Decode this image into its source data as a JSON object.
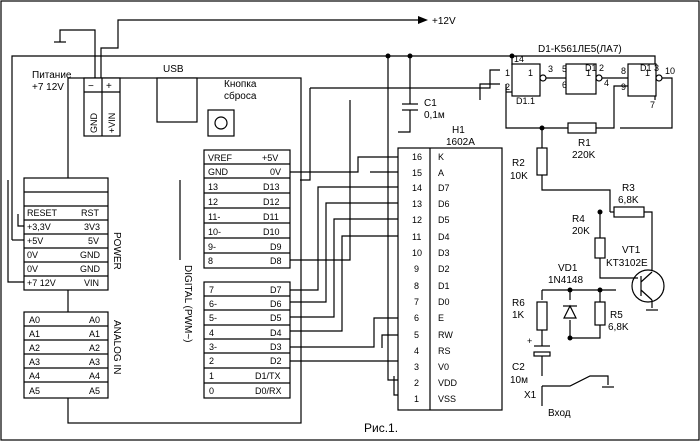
{
  "supply": {
    "label": "+12V"
  },
  "power_input": {
    "line1": "Питание",
    "line2": "+7  12V",
    "minus": "−",
    "plus": "+",
    "gnd": "GND",
    "vin": "+VIN"
  },
  "usb": {
    "label": "USB"
  },
  "reset": {
    "line1": "Кнопка",
    "line2": "сброса"
  },
  "power_header": {
    "title": "POWER",
    "rows": [
      {
        "left": "RESET",
        "right": "RST"
      },
      {
        "left": "+3,3V",
        "right": "3V3"
      },
      {
        "left": "+5V",
        "right": "5V"
      },
      {
        "left": "0V",
        "right": "GND"
      },
      {
        "left": "0V",
        "right": "GND"
      },
      {
        "left": "+7  12V",
        "right": "VIN"
      }
    ]
  },
  "analog_header": {
    "title": "ANALOG IN",
    "rows": [
      {
        "left": "A0",
        "right": "A0"
      },
      {
        "left": "A1",
        "right": "A1"
      },
      {
        "left": "A2",
        "right": "A2"
      },
      {
        "left": "A3",
        "right": "A3"
      },
      {
        "left": "A4",
        "right": "A4"
      },
      {
        "left": "A5",
        "right": "A5"
      }
    ]
  },
  "digital_header": {
    "title": "DIGITAL (PWM~)",
    "top": [
      {
        "left": "VREF",
        "right": "+5V"
      },
      {
        "left": "GND",
        "right": "0V"
      },
      {
        "left": "13",
        "right": "D13"
      },
      {
        "left": "12",
        "right": "D12"
      },
      {
        "left": "11-",
        "right": "D11"
      },
      {
        "left": "10-",
        "right": "D10"
      },
      {
        "left": "9-",
        "right": "D9"
      },
      {
        "left": "8",
        "right": "D8"
      }
    ],
    "bottom": [
      {
        "left": "7",
        "right": "D7"
      },
      {
        "left": "6-",
        "right": "D6"
      },
      {
        "left": "5-",
        "right": "D5"
      },
      {
        "left": "4",
        "right": "D4"
      },
      {
        "left": "3-",
        "right": "D3"
      },
      {
        "left": "2",
        "right": "D2"
      },
      {
        "left": "1",
        "right": "D1/TX"
      },
      {
        "left": "0",
        "right": "D0/RX"
      }
    ]
  },
  "lcd": {
    "ref": "H1",
    "model": "1602A",
    "pins": [
      {
        "num": "16",
        "name": "K"
      },
      {
        "num": "15",
        "name": "A"
      },
      {
        "num": "14",
        "name": "D7"
      },
      {
        "num": "13",
        "name": "D6"
      },
      {
        "num": "12",
        "name": "D5"
      },
      {
        "num": "11",
        "name": "D4"
      },
      {
        "num": "10",
        "name": "D3"
      },
      {
        "num": "9",
        "name": "D2"
      },
      {
        "num": "8",
        "name": "D1"
      },
      {
        "num": "7",
        "name": "D0"
      },
      {
        "num": "6",
        "name": "E"
      },
      {
        "num": "5",
        "name": "RW"
      },
      {
        "num": "4",
        "name": "RS"
      },
      {
        "num": "3",
        "name": "V0"
      },
      {
        "num": "2",
        "name": "VDD"
      },
      {
        "num": "1",
        "name": "VSS"
      }
    ]
  },
  "ic": {
    "title": "D1-K561ЛЕ5(ЛА7)",
    "g1": "D1.1",
    "g2": "D1 2",
    "g3": "D1 3",
    "pins": [
      "1",
      "2",
      "14",
      "3",
      "5",
      "6",
      "4",
      "8",
      "9",
      "10",
      "7"
    ],
    "sym": "1"
  },
  "components": {
    "c1": {
      "ref": "C1",
      "val": "0,1м"
    },
    "r1": {
      "ref": "R1",
      "val": "220K"
    },
    "r2": {
      "ref": "R2",
      "val": "10K"
    },
    "r3": {
      "ref": "R3",
      "val": "6,8K"
    },
    "r4": {
      "ref": "R4",
      "val": "20K"
    },
    "vt1": {
      "ref": "VT1",
      "val": "KT3102E"
    },
    "vd1": {
      "ref": "VD1",
      "val": "1N4148"
    },
    "r6": {
      "ref": "R6",
      "val": "1K"
    },
    "r5": {
      "ref": "R5",
      "val": "6,8K"
    },
    "c2": {
      "ref": "C2",
      "val": "10м"
    },
    "x1": {
      "ref": "X1",
      "val": "Вход"
    }
  },
  "caption": "Рис.1."
}
